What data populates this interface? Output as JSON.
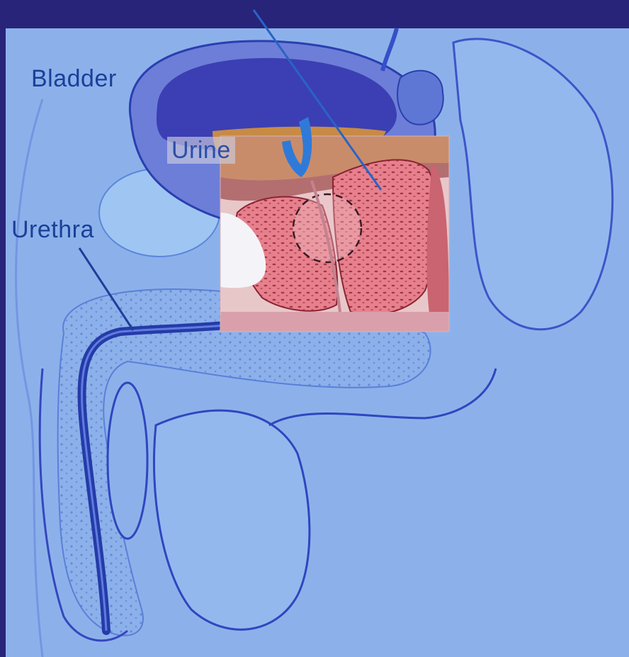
{
  "labels": {
    "bladder": "Bladder",
    "urine": "Urine",
    "urethra": "Urethra"
  },
  "colors": {
    "frame": "#27247a",
    "background": "#8cb1ea",
    "outline": "#2a3fb0",
    "bladder_wall": "#6d7ed8",
    "urine": "#c88b45",
    "prostate": "#e7808d",
    "label": "#1c3f9a"
  }
}
